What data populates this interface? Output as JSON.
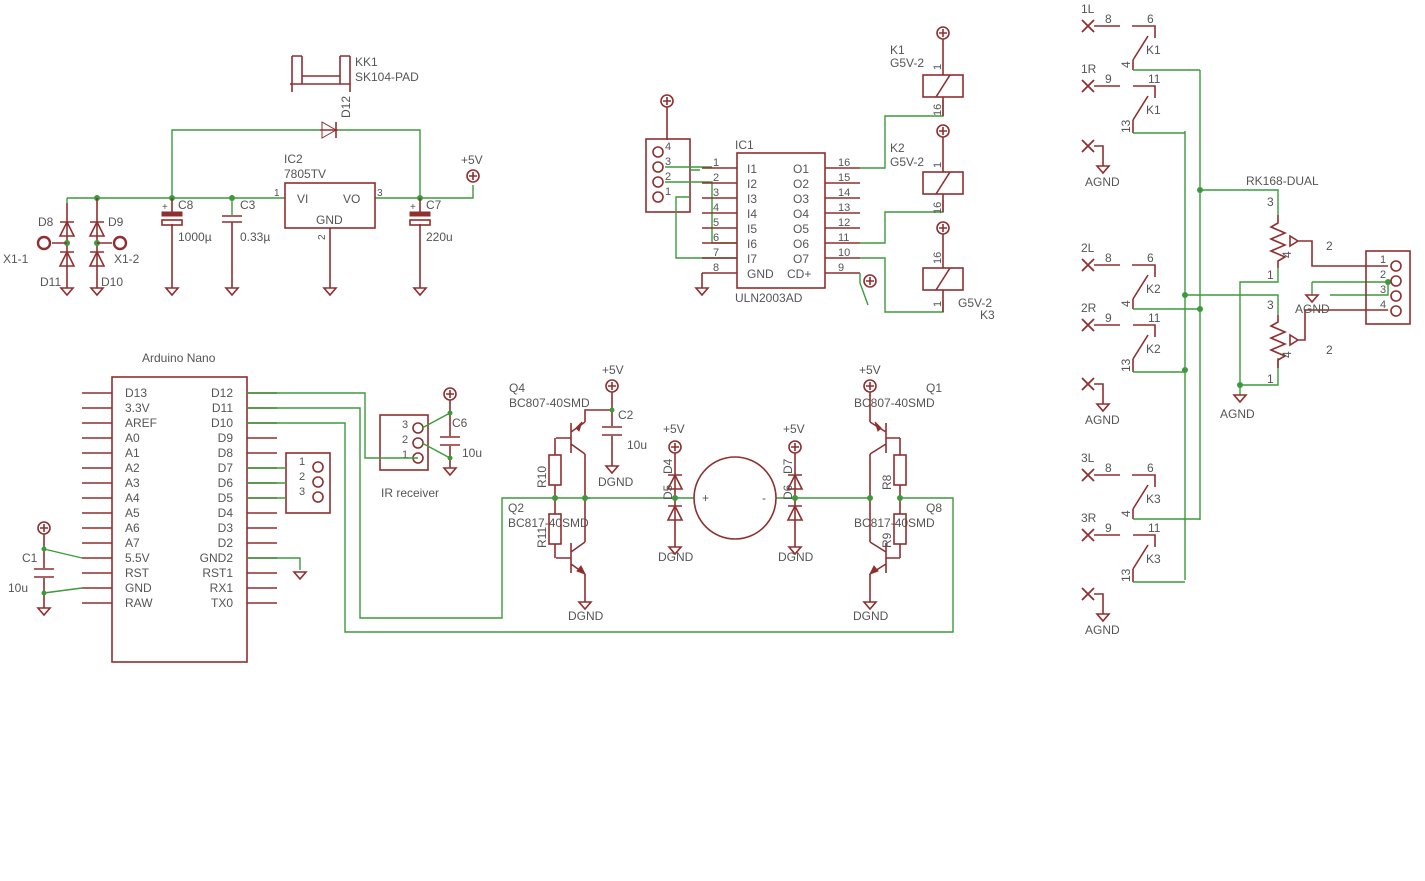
{
  "colors": {
    "part": "#8f2f2f",
    "wire": "#3c9a3c",
    "text": "#555555",
    "background": "#ffffff"
  },
  "power_supply": {
    "heatsink": {
      "name": "KK1",
      "value": "SK104-PAD"
    },
    "diode_d12": "D12",
    "ic2": {
      "name": "IC2",
      "value": "7805TV",
      "pin_vi": "VI",
      "pin_vo": "VO",
      "pin_gnd": "GND",
      "pin1": "1",
      "pin2": "2",
      "pin3": "3"
    },
    "c8": {
      "name": "C8",
      "value": "1000µ"
    },
    "c3": {
      "name": "C3",
      "value": "0.33µ"
    },
    "c7": {
      "name": "C7",
      "value": "220u"
    },
    "supply": "+5V",
    "diodes": {
      "d8": "D8",
      "d9": "D9",
      "d10": "D10",
      "d11": "D11"
    },
    "x1_1": "X1-1",
    "x1_2": "X1-2"
  },
  "driver": {
    "ic1": {
      "name": "IC1",
      "value": "ULN2003AD",
      "inputs": [
        "I1",
        "I2",
        "I3",
        "I4",
        "I5",
        "I6",
        "I7"
      ],
      "outputs": [
        "O1",
        "O2",
        "O3",
        "O4",
        "O5",
        "O6",
        "O7"
      ],
      "left_pins": [
        "1",
        "2",
        "3",
        "4",
        "5",
        "6",
        "7",
        "8"
      ],
      "right_pins": [
        "16",
        "15",
        "14",
        "13",
        "12",
        "11",
        "10",
        "9"
      ],
      "gnd": "GND",
      "cd": "CD+"
    },
    "connector_pins": [
      "4",
      "3",
      "2",
      "1"
    ],
    "relays": [
      {
        "name": "K1",
        "value": "G5V-2",
        "pin_top": "1",
        "pin_bottom": "16"
      },
      {
        "name": "K2",
        "value": "G5V-2",
        "pin_top": "1",
        "pin_bottom": "16"
      },
      {
        "name": "K3",
        "value": "G5V-2",
        "pin_top": "16",
        "pin_bottom": "1"
      }
    ]
  },
  "arduino": {
    "title": "Arduino Nano",
    "left_pins": [
      "D13",
      "3.3V",
      "AREF",
      "A0",
      "A1",
      "A2",
      "A3",
      "A4",
      "A5",
      "A6",
      "A7",
      "5.5V",
      "RST",
      "GND",
      "RAW"
    ],
    "right_pins": [
      "D12",
      "D11",
      "D10",
      "D9",
      "D8",
      "D7",
      "D6",
      "D5",
      "D4",
      "D3",
      "D2",
      "GND2",
      "RST1",
      "RX1",
      "TX0"
    ],
    "c1": {
      "name": "C1",
      "value": "10u"
    },
    "header_pins": [
      "1",
      "2",
      "3"
    ],
    "ir": {
      "label": "IR receiver",
      "pins": [
        "3",
        "2",
        "1"
      ]
    },
    "c6": {
      "name": "C6",
      "value": "10u"
    }
  },
  "motor": {
    "q4": {
      "name": "Q4",
      "value": "BC807-40SMD"
    },
    "q2": {
      "name": "Q2",
      "value": "BC817-40SMD"
    },
    "q1": {
      "name": "Q1",
      "value": "BC807-40SMD"
    },
    "q8": {
      "name": "Q8",
      "value": "BC817-40SMD"
    },
    "c2": {
      "name": "C2",
      "value": "10u"
    },
    "r10": "R10",
    "r11": "R11",
    "r8": "R8",
    "r9": "R9",
    "d4": "D4",
    "d5": "D5",
    "d6": "D6",
    "d7": "D7",
    "plus": "+",
    "minus": "-",
    "dgnd": "DGND",
    "supply": "+5V"
  },
  "relay_contacts": {
    "groups": [
      {
        "left": "1L",
        "right": "1R",
        "relay": "K1",
        "pin8": "8",
        "pin6": "6",
        "pin4": "4",
        "pin9": "9",
        "pin11": "11",
        "pin13": "13"
      },
      {
        "left": "2L",
        "right": "2R",
        "relay": "K2",
        "pin8": "8",
        "pin6": "6",
        "pin4": "4",
        "pin9": "9",
        "pin11": "11",
        "pin13": "13"
      },
      {
        "left": "3L",
        "right": "3R",
        "relay": "K3",
        "pin8": "8",
        "pin6": "6",
        "pin4": "4",
        "pin9": "9",
        "pin11": "11",
        "pin13": "13"
      }
    ],
    "agnd": "AGND",
    "pot": {
      "name": "RK168-DUAL",
      "p1": "1",
      "p2": "2",
      "p3": "3",
      "p4": "4"
    },
    "out_connector_pins": [
      "1",
      "2",
      "3",
      "4"
    ]
  }
}
